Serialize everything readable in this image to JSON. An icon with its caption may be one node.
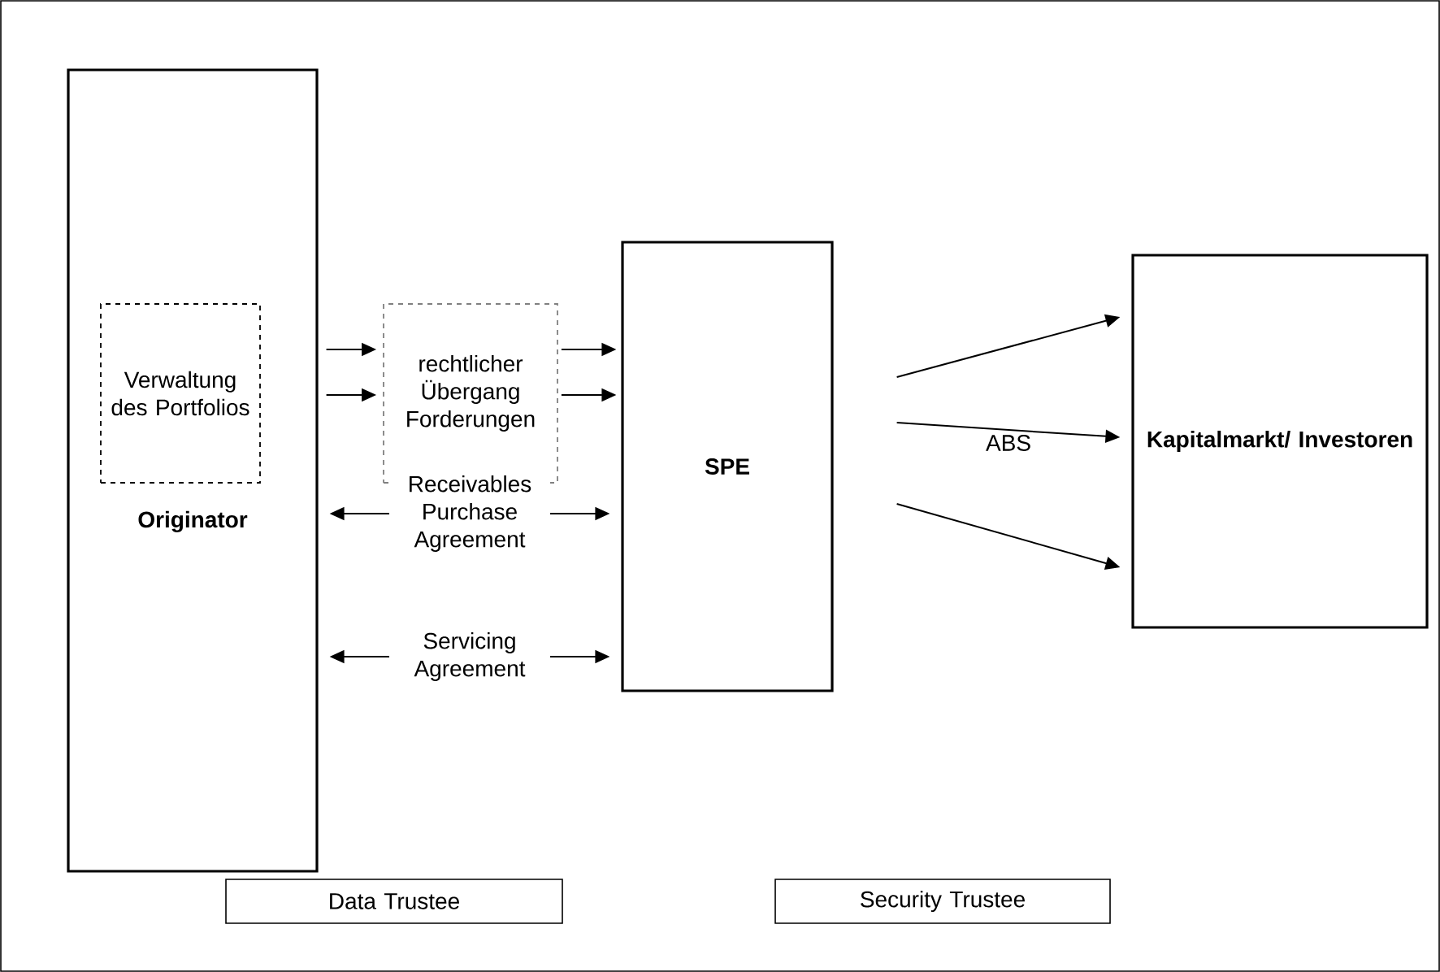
{
  "diagram": {
    "nodes": [
      {
        "text": [
          "Originator"
        ]
      },
      {
        "text": [
          "Verwaltung des Portfolios"
        ],
        "in": 0
      },
      {
        "text": [
          "rechtlicher Übergang Forderungen"
        ]
      },
      {
        "text": [
          "SPE"
        ]
      },
      {
        "text": [
          "Kapitalmarkt/ Investoren"
        ]
      },
      {
        "text": [
          "Data Trustee"
        ]
      },
      {
        "text": [
          "Security Trustee"
        ]
      }
    ],
    "edges": [
      {
        "from": 0,
        "to": 2,
        "arrow": "to"
      },
      {
        "from": 0,
        "to": 2,
        "arrow": "to"
      },
      {
        "from": 2,
        "to": 3,
        "arrow": "to"
      },
      {
        "from": 2,
        "to": 3,
        "arrow": "to"
      },
      {
        "from": 0,
        "to": 3,
        "arrow": "both",
        "label": "Receivables Purchase Agreement"
      },
      {
        "from": 0,
        "to": 3,
        "arrow": "both",
        "label": "Servicing Agreement"
      },
      {
        "from": 3,
        "to": 4,
        "arrow": "to"
      },
      {
        "from": 3,
        "to": 4,
        "arrow": "to",
        "label": "ABS"
      },
      {
        "from": 3,
        "to": 4,
        "arrow": "to"
      }
    ]
  }
}
